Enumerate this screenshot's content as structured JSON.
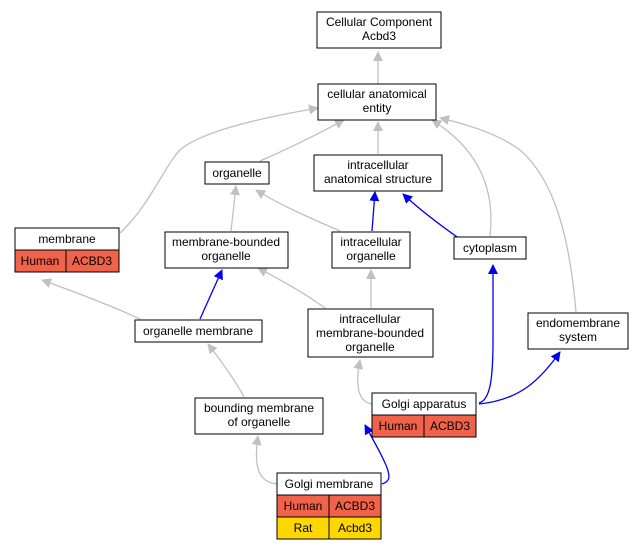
{
  "colors": {
    "gray_edge": "#c0c0c0",
    "blue_edge": "#0000ee",
    "human_fill": "#f0624a",
    "rat_fill": "#ffd700",
    "node_fill": "#ffffff",
    "node_border": "#000000"
  },
  "nodes": {
    "root": {
      "lines": [
        "Cellular Component",
        "Acbd3"
      ]
    },
    "cae": {
      "lines": [
        "cellular anatomical",
        "entity"
      ]
    },
    "organelle": {
      "lines": [
        "organelle"
      ]
    },
    "ias": {
      "lines": [
        "intracellular",
        "anatomical structure"
      ]
    },
    "membrane": {
      "lines": [
        "membrane"
      ],
      "annotations": [
        [
          "Human",
          "ACBD3"
        ]
      ]
    },
    "mbo": {
      "lines": [
        "membrane-bounded",
        "organelle"
      ]
    },
    "io": {
      "lines": [
        "intracellular",
        "organelle"
      ]
    },
    "cytoplasm": {
      "lines": [
        "cytoplasm"
      ]
    },
    "om": {
      "lines": [
        "organelle membrane"
      ]
    },
    "imbo": {
      "lines": [
        "intracellular",
        "membrane-bounded",
        "organelle"
      ]
    },
    "es": {
      "lines": [
        "endomembrane",
        "system"
      ]
    },
    "ga": {
      "lines": [
        "Golgi apparatus"
      ],
      "annotations": [
        [
          "Human",
          "ACBD3"
        ]
      ]
    },
    "bmo": {
      "lines": [
        "bounding membrane",
        "of organelle"
      ]
    },
    "gm": {
      "lines": [
        "Golgi membrane"
      ],
      "annotations": [
        [
          "Human",
          "ACBD3"
        ],
        [
          "Rat",
          "Acbd3"
        ]
      ]
    }
  }
}
